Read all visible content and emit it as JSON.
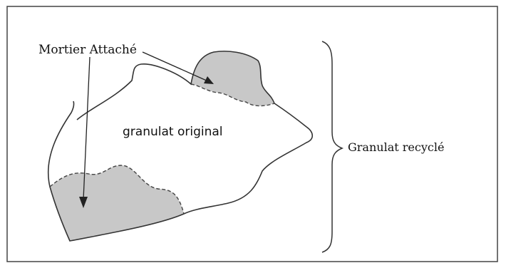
{
  "labels": {
    "mortier_attache": "Mortier Attaché",
    "granulat_original": "granulat original",
    "granulat_recycle": "Granulat recyclé"
  },
  "colors": {
    "mortar_fill": "#c8c8c8",
    "outline": "#333333",
    "background": "#ffffff"
  }
}
